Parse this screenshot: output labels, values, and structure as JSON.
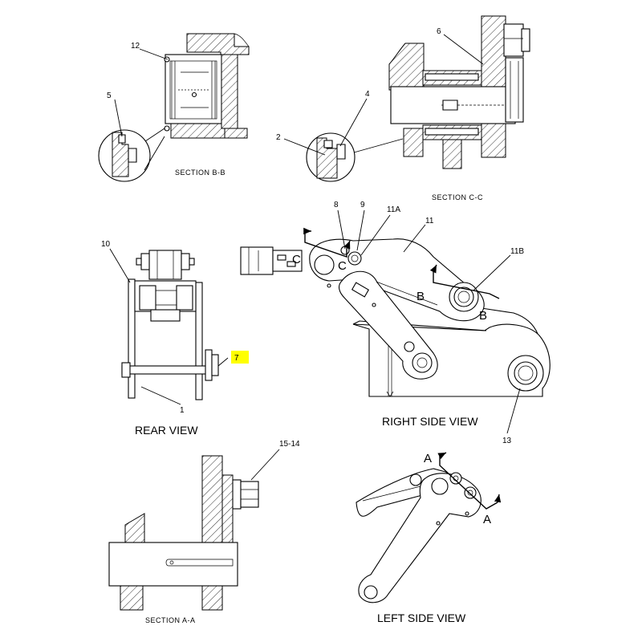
{
  "views": {
    "section_bb": "SECTION  B-B",
    "section_cc": "SECTION  C-C",
    "rear": "REAR VIEW",
    "right_side": "RIGHT SIDE VIEW",
    "section_aa": "SECTION  A-A",
    "left_side": "LEFT SIDE VIEW"
  },
  "callouts": {
    "c12": "12",
    "c5": "5",
    "c6": "6",
    "c4": "4",
    "c2": "2",
    "c10": "10",
    "c7": "7",
    "c1": "1",
    "c8": "8",
    "c9": "9",
    "c11a": "11A",
    "c11": "11",
    "c11b": "11B",
    "c13": "13",
    "c15_14": "15-14"
  },
  "section_marks": {
    "c_left": "C",
    "c_right": "C",
    "b_left": "B",
    "b_right": "B",
    "a_top": "A",
    "a_bottom": "A"
  },
  "colors": {
    "highlight": "#ffff00",
    "line": "#000000",
    "background": "#ffffff"
  }
}
